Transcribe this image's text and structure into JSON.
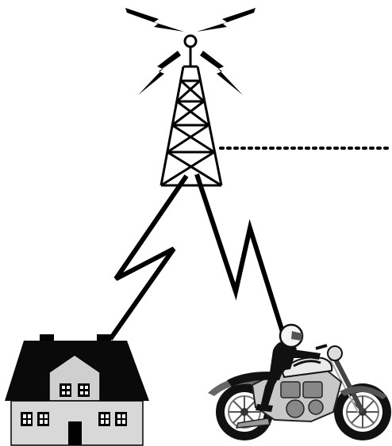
{
  "diagram": {
    "elements": [
      {
        "id": "tower",
        "icon": "radio-tower-icon"
      },
      {
        "id": "house",
        "icon": "house-icon"
      },
      {
        "id": "motorcycle",
        "icon": "motorcycle-rider-icon"
      }
    ],
    "links": [
      {
        "from": "tower",
        "to": "house",
        "style": "lightning-bolt"
      },
      {
        "from": "tower",
        "to": "motorcycle",
        "style": "lightning-bolt"
      },
      {
        "from": "tower",
        "to": "offscreen-right",
        "style": "dotted"
      }
    ],
    "colors": {
      "ink": "#000000",
      "roof": "#0a0a0a",
      "wall": "#d8d8d8",
      "gray": "#9a9a9a",
      "background": "#ffffff"
    }
  }
}
